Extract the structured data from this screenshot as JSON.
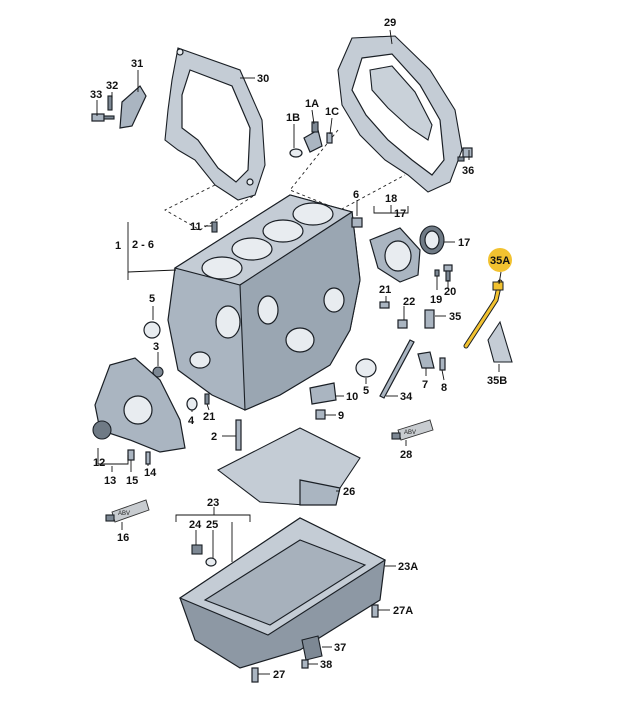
{
  "labels": {
    "l29": "29",
    "l30": "30",
    "l31": "31",
    "l32": "32",
    "l33": "33",
    "l1A": "1A",
    "l1B": "1B",
    "l1C": "1C",
    "l36": "36",
    "l6": "6",
    "l18": "18",
    "l17a": "17",
    "l17b": "17",
    "l11": "11",
    "l1": "1",
    "l26x": "2 - 6",
    "l35A": "35A",
    "l35": "35",
    "l35B": "35B",
    "l19": "19",
    "l20": "20",
    "l21a": "21",
    "l22": "22",
    "l5a": "5",
    "l3": "3",
    "l5b": "5",
    "l7": "7",
    "l8": "8",
    "l10": "10",
    "l9": "9",
    "l34": "34",
    "l4": "4",
    "l21b": "21",
    "l2": "2",
    "l12": "12",
    "l13": "13",
    "l14": "14",
    "l15": "15",
    "l28": "28",
    "l26": "26",
    "l16": "16",
    "l23": "23",
    "l24": "24",
    "l25": "25",
    "l23A": "23A",
    "l27A": "27A",
    "l37": "37",
    "l38": "38",
    "l27": "27"
  },
  "tube_text": {
    "t16": "ABV",
    "t28": "ABV"
  },
  "colors": {
    "highlight": "#f2c230",
    "metal": "#aab5c1",
    "outline": "#1a1f25"
  }
}
